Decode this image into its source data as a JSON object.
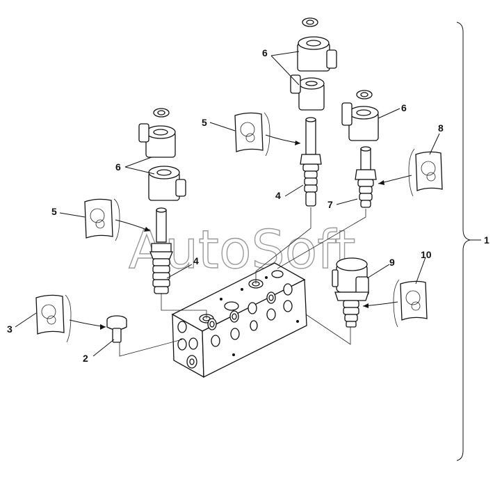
{
  "watermark": "AutoSoft",
  "callouts": [
    "1",
    "2",
    "3",
    "4",
    "4",
    "5",
    "5",
    "6",
    "6",
    "6",
    "7",
    "8",
    "9",
    "10"
  ],
  "labels": {
    "l1": "1",
    "l2": "2",
    "l3": "3",
    "l4a": "4",
    "l4b": "4",
    "l5a": "5",
    "l5b": "5",
    "l6a": "6",
    "l6b": "6",
    "l6c": "6",
    "l7": "7",
    "l8": "8",
    "l9": "9",
    "l10": "10"
  }
}
